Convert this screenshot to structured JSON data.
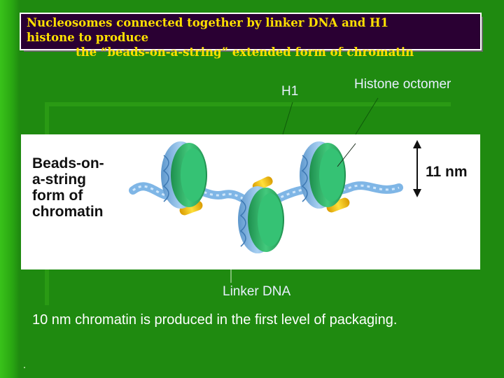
{
  "title": {
    "line1": "Nucleosomes connected together by linker DNA and H1",
    "line2": "histone to produce",
    "line3": "the “beads-on-a-string” extended form of chromatin"
  },
  "labels": {
    "h1": "H1",
    "octamer": "Histone octomer",
    "linker": "Linker DNA"
  },
  "panel": {
    "line1": "Beads-on-",
    "line2": "a-string",
    "line3": "form of",
    "line4": "chromatin",
    "size": "11 nm"
  },
  "caption": "10 nm chromatin is produced in the first level of packaging.",
  "colors": {
    "background": "#1f8a10",
    "title_box": "#2a0033",
    "title_text": "#ffe000",
    "bead_green": "#2fb86a",
    "dna_blue": "#7fb6e6",
    "h1_yellow": "#f2c200"
  }
}
